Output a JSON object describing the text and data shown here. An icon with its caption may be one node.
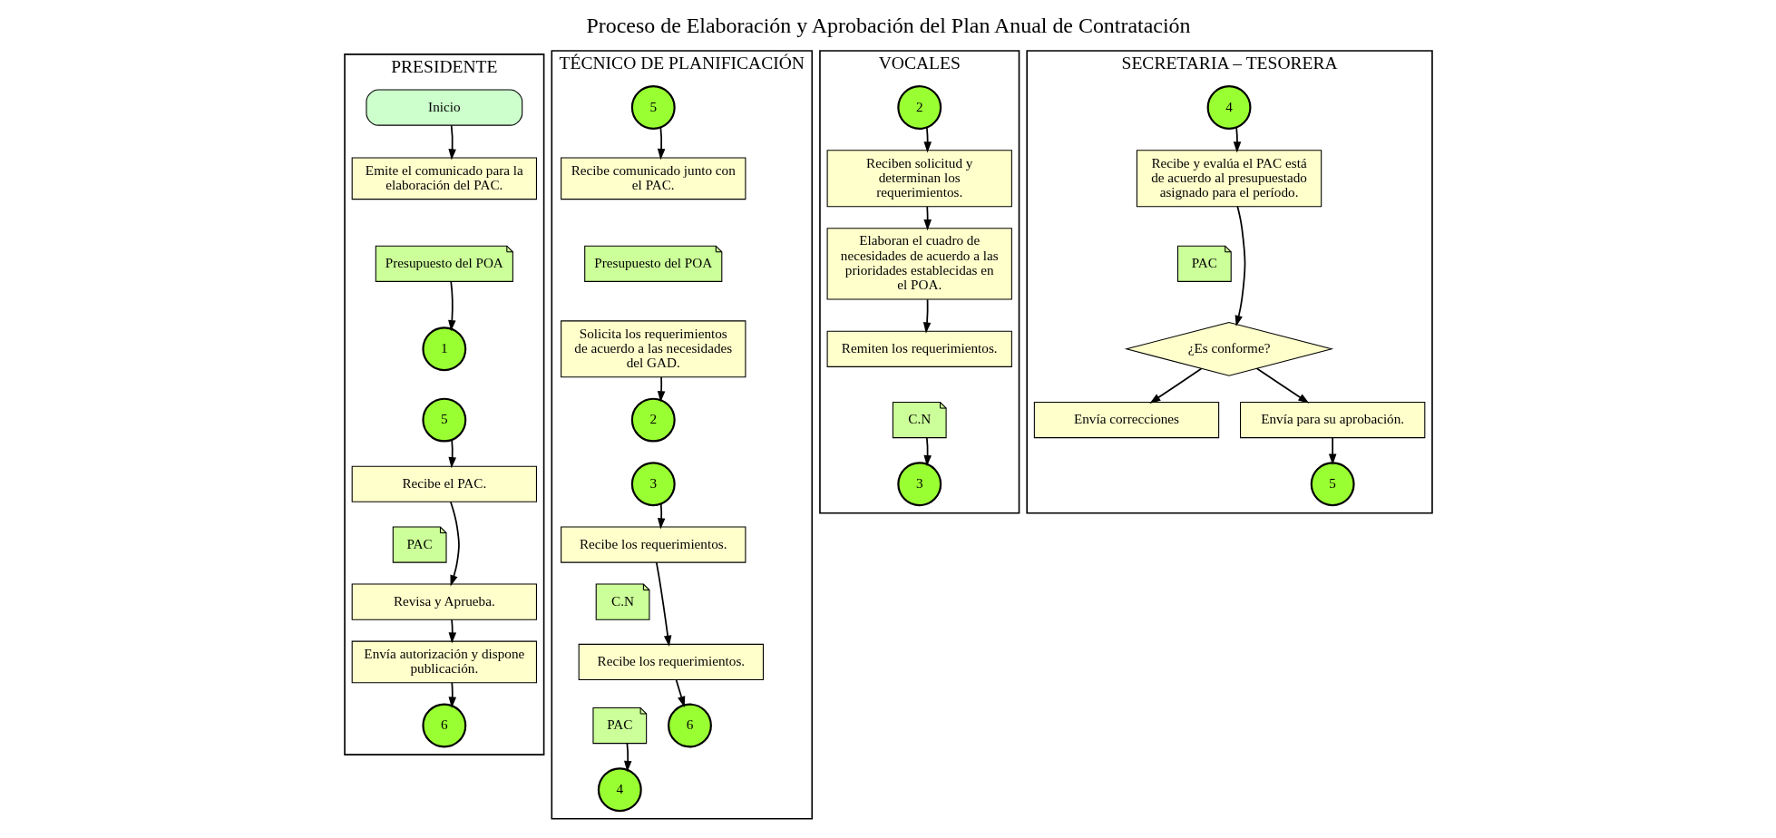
{
  "diagram": {
    "title": "Proceso de Elaboración y Aprobación del Plan Anual de Contratación",
    "nodes": [
      {
        "text": [
          "PRESIDENTE"
        ]
      },
      {
        "text": [
          "Inicio"
        ],
        "in": 0
      },
      {
        "text": [
          "Emite el comunicado para la elaboración del PAC."
        ],
        "in": 0
      },
      {
        "text": [
          "Presupuesto del POA"
        ],
        "in": 0
      },
      {
        "text": [
          "1"
        ],
        "in": 0
      },
      {
        "text": [
          "5"
        ],
        "in": 0
      },
      {
        "text": [
          "Recibe el PAC."
        ],
        "in": 0
      },
      {
        "text": [
          "PAC"
        ],
        "in": 0
      },
      {
        "text": [
          "Revisa y Aprueba."
        ],
        "in": 0
      },
      {
        "text": [
          "Envía autorización y dispone publicación."
        ],
        "in": 0
      },
      {
        "text": [
          "6"
        ],
        "in": 0
      },
      {
        "text": [
          "TÉCNICO DE PLANIFICACIÓN"
        ]
      },
      {
        "text": [
          "5"
        ],
        "in": 11
      },
      {
        "text": [
          "Recibe comunicado junto con el PAC."
        ],
        "in": 11
      },
      {
        "text": [
          "Presupuesto del POA"
        ],
        "in": 11
      },
      {
        "text": [
          "Solicita los requerimientos de acuerdo a las necesidades del GAD."
        ],
        "in": 11
      },
      {
        "text": [
          "2"
        ],
        "in": 11
      },
      {
        "text": [
          "3"
        ],
        "in": 11
      },
      {
        "text": [
          "Recibe los requerimientos."
        ],
        "in": 11
      },
      {
        "text": [
          "C.N"
        ],
        "in": 11
      },
      {
        "text": [
          "Recibe los requerimientos."
        ],
        "in": 11
      },
      {
        "text": [
          "PAC"
        ],
        "in": 11
      },
      {
        "text": [
          "6"
        ],
        "in": 11
      },
      {
        "text": [
          "4"
        ],
        "in": 11
      },
      {
        "text": [
          "VOCALES"
        ]
      },
      {
        "text": [
          "2"
        ],
        "in": 24
      },
      {
        "text": [
          "Reciben solicitud y determinan los requerimientos."
        ],
        "in": 24
      },
      {
        "text": [
          "Elaboran el cuadro de necesidades de acuerdo a las prioridades establecidas en el POA."
        ],
        "in": 24
      },
      {
        "text": [
          "Remiten los requerimientos."
        ],
        "in": 24
      },
      {
        "text": [
          "C.N"
        ],
        "in": 24
      },
      {
        "text": [
          "3"
        ],
        "in": 24
      },
      {
        "text": [
          "SECRETARIA – TESORERA"
        ]
      },
      {
        "text": [
          "4"
        ],
        "in": 31
      },
      {
        "text": [
          "Recibe y evalúa el PAC está de acuerdo al presupuestado asignado para el período."
        ],
        "in": 31
      },
      {
        "text": [
          "PAC"
        ],
        "in": 31
      },
      {
        "text": [
          "¿Es conforme?"
        ],
        "in": 31
      },
      {
        "text": [
          "Envía correcciones"
        ],
        "in": 31
      },
      {
        "text": [
          "Envía para su aprobación."
        ],
        "in": 31
      },
      {
        "text": [
          "5"
        ],
        "in": 31
      }
    ],
    "edges": [
      {
        "from": 1,
        "to": 2,
        "arrow": "to"
      },
      {
        "from": 3,
        "to": 4,
        "arrow": "to"
      },
      {
        "from": 5,
        "to": 6,
        "arrow": "to"
      },
      {
        "from": 6,
        "to": 8,
        "arrow": "to"
      },
      {
        "from": 8,
        "to": 9,
        "arrow": "to"
      },
      {
        "from": 9,
        "to": 10,
        "arrow": "to"
      },
      {
        "from": 12,
        "to": 13,
        "arrow": "to"
      },
      {
        "from": 15,
        "to": 16,
        "arrow": "to"
      },
      {
        "from": 17,
        "to": 18,
        "arrow": "to"
      },
      {
        "from": 18,
        "to": 20,
        "arrow": "to"
      },
      {
        "from": 20,
        "to": 22,
        "arrow": "to"
      },
      {
        "from": 21,
        "to": 23,
        "arrow": "to"
      },
      {
        "from": 25,
        "to": 26,
        "arrow": "to"
      },
      {
        "from": 26,
        "to": 27,
        "arrow": "to"
      },
      {
        "from": 27,
        "to": 28,
        "arrow": "to"
      },
      {
        "from": 29,
        "to": 30,
        "arrow": "to"
      },
      {
        "from": 32,
        "to": 33,
        "arrow": "to"
      },
      {
        "from": 33,
        "to": 35,
        "arrow": "to"
      },
      {
        "from": 35,
        "to": 36,
        "arrow": "to"
      },
      {
        "from": 35,
        "to": 37,
        "arrow": "to"
      },
      {
        "from": 37,
        "to": 38,
        "arrow": "to"
      }
    ]
  }
}
